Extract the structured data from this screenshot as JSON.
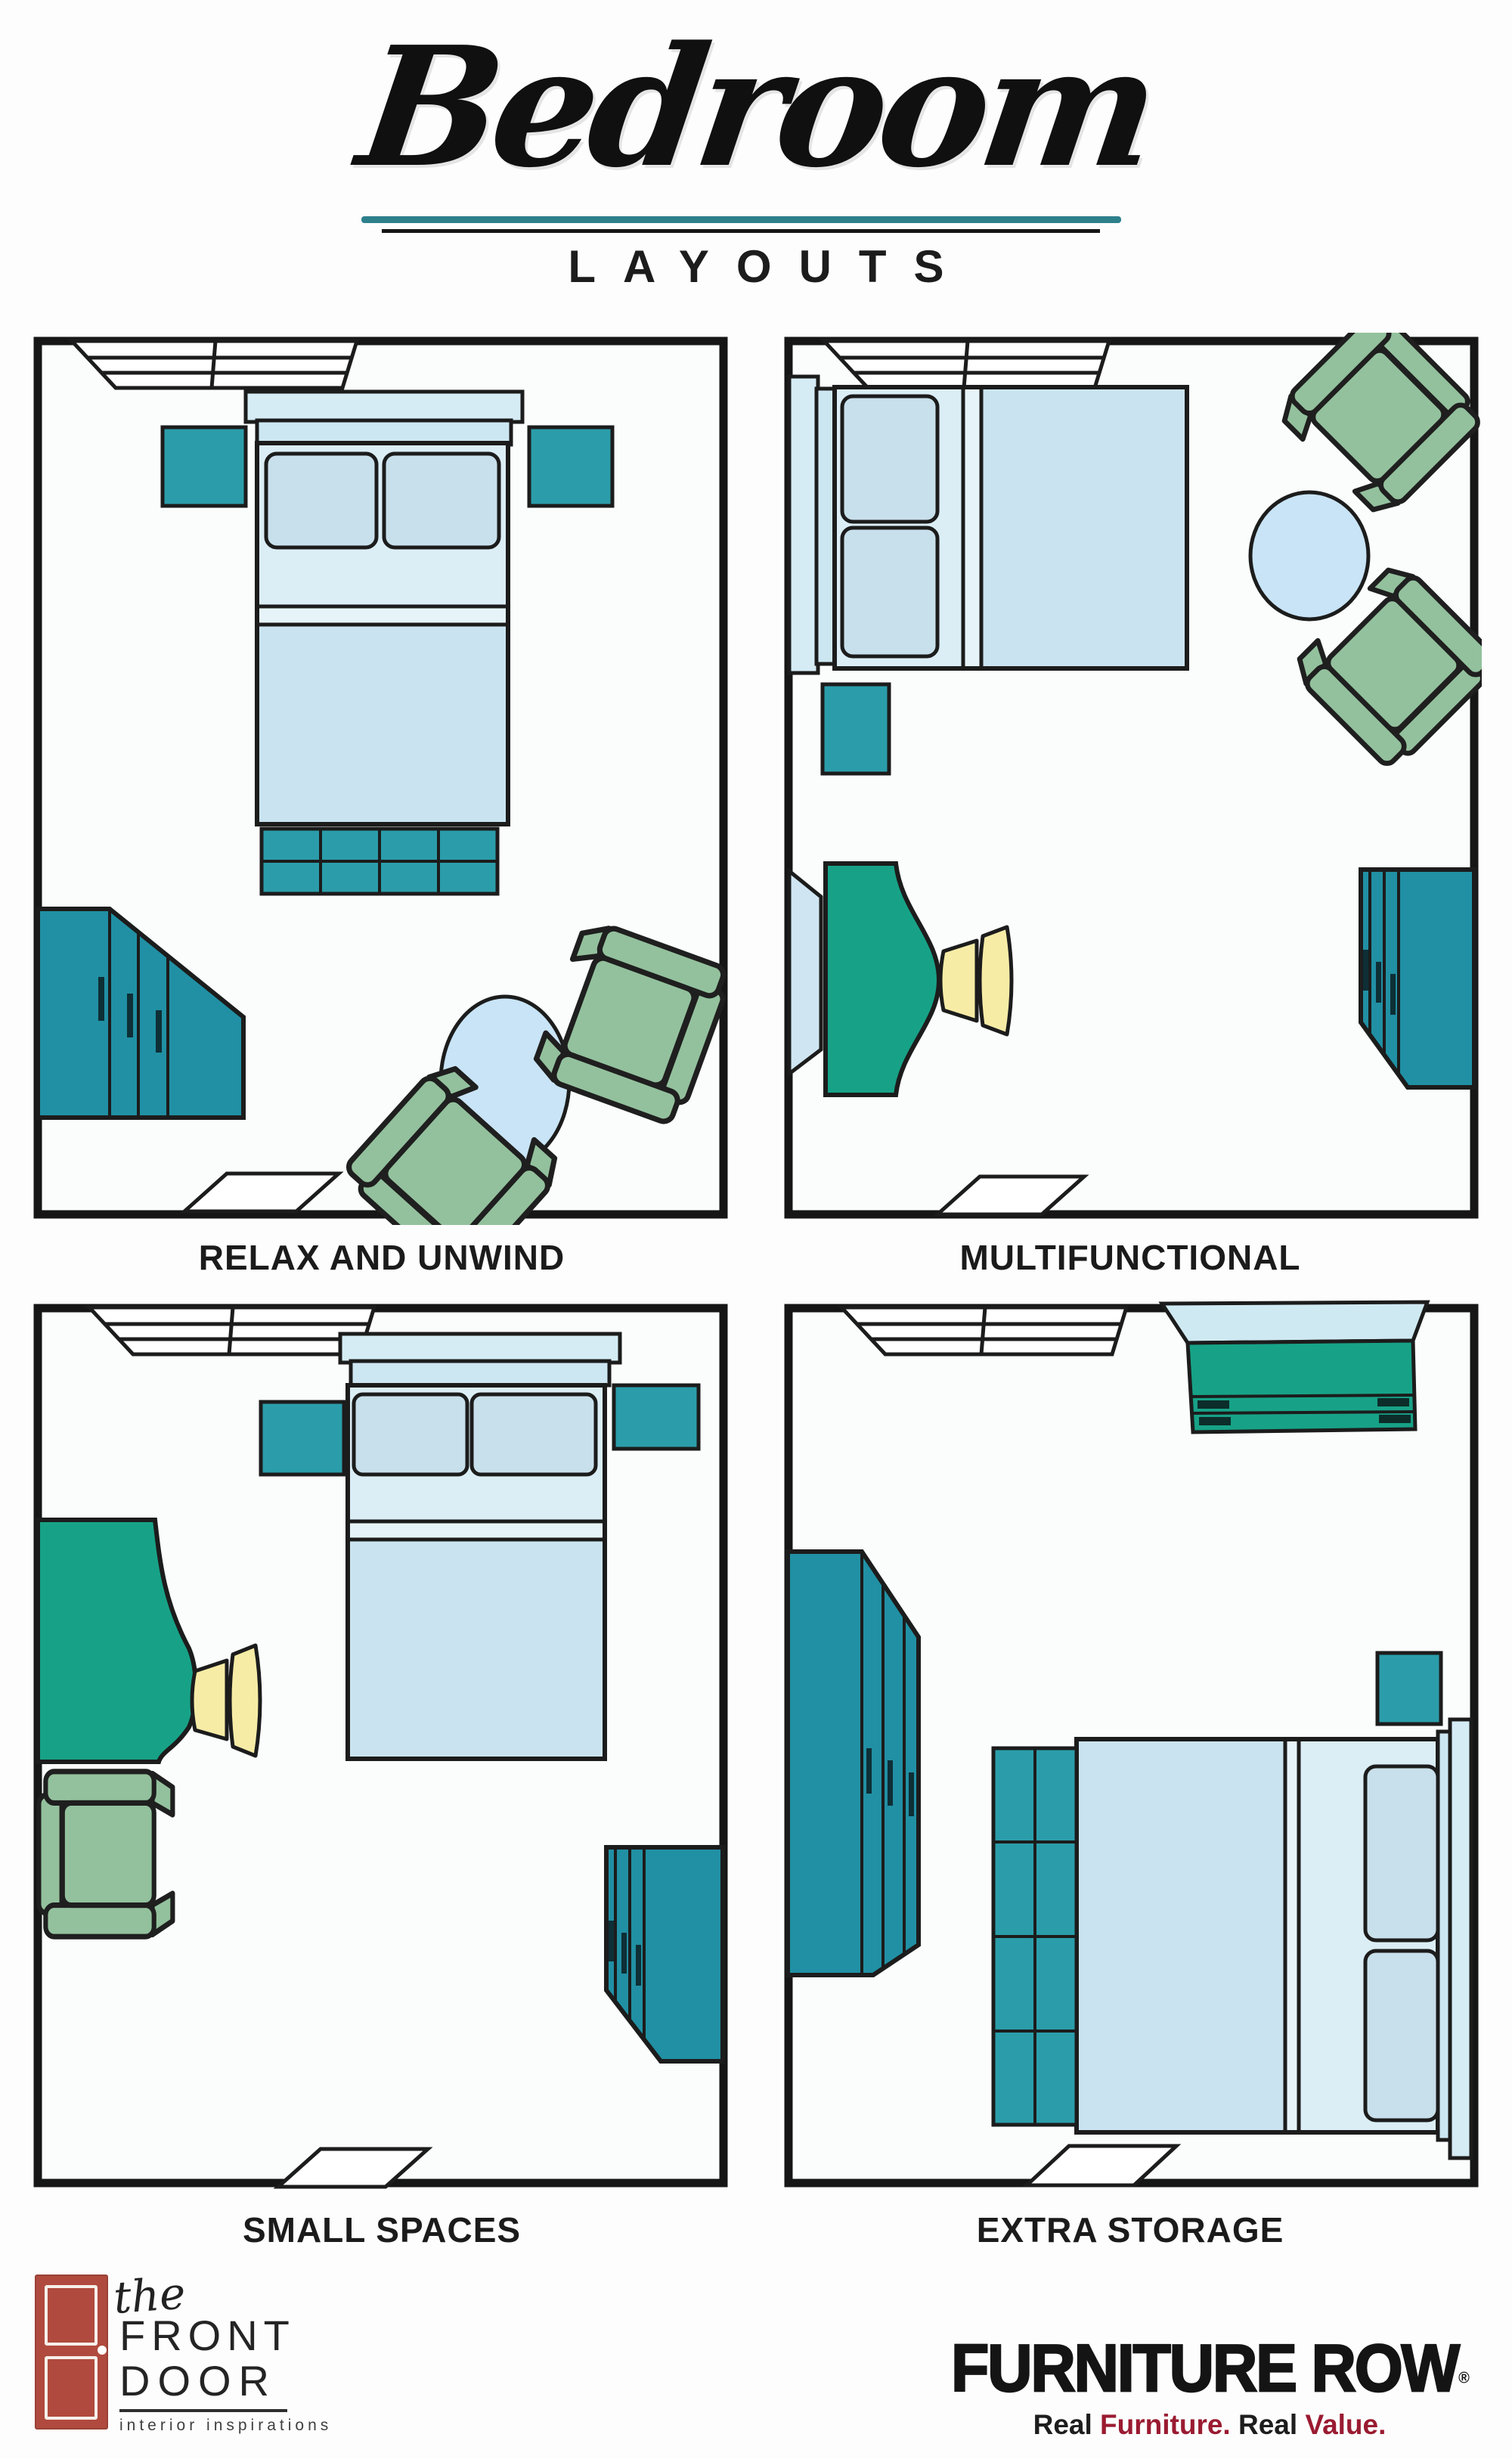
{
  "poster": {
    "title_script": "Bedroom",
    "title_sub": "LAYOUTS"
  },
  "panels": [
    {
      "id": "relax-and-unwind",
      "label": "RELAX AND UNWIND"
    },
    {
      "id": "multifunctional",
      "label": "MULTIFUNCTIONAL"
    },
    {
      "id": "small-spaces",
      "label": "SMALL SPACES"
    },
    {
      "id": "extra-storage",
      "label": "EXTRA STORAGE"
    }
  ],
  "footer": {
    "front_door": {
      "pre": "the",
      "line1": "FRONT",
      "line2": "DOOR",
      "tagline": "interior inspirations"
    },
    "furniture_row": {
      "name": "FURNITURE ROW",
      "registered": "®",
      "tagline": [
        {
          "text": "Real ",
          "color": "#1d1d1d"
        },
        {
          "text": "Furniture.",
          "color": "#9a1b31"
        },
        {
          "text": " Real ",
          "color": "#1d1d1d"
        },
        {
          "text": "Value.",
          "color": "#9a1b31"
        }
      ]
    }
  },
  "palette": {
    "wall_stroke": "#161616",
    "furniture_stroke": "#1c1c1c",
    "teal_accent": "#2b9daa",
    "wardrobe_teal": "#2190a4",
    "emerald_green": "#17a287",
    "armchair_green": "#93c19d",
    "chair_yellow": "#f6eca6",
    "bed_blanket": "#c9e4f0",
    "bed_sheet": "#dbeef6",
    "pillow_blue": "#c8e0eb",
    "table_blue": "#c8e4f6",
    "underline_teal": "#2e7f8c",
    "logo_door_red": "#b04a3e",
    "logo_maroon": "#9a1b31"
  }
}
